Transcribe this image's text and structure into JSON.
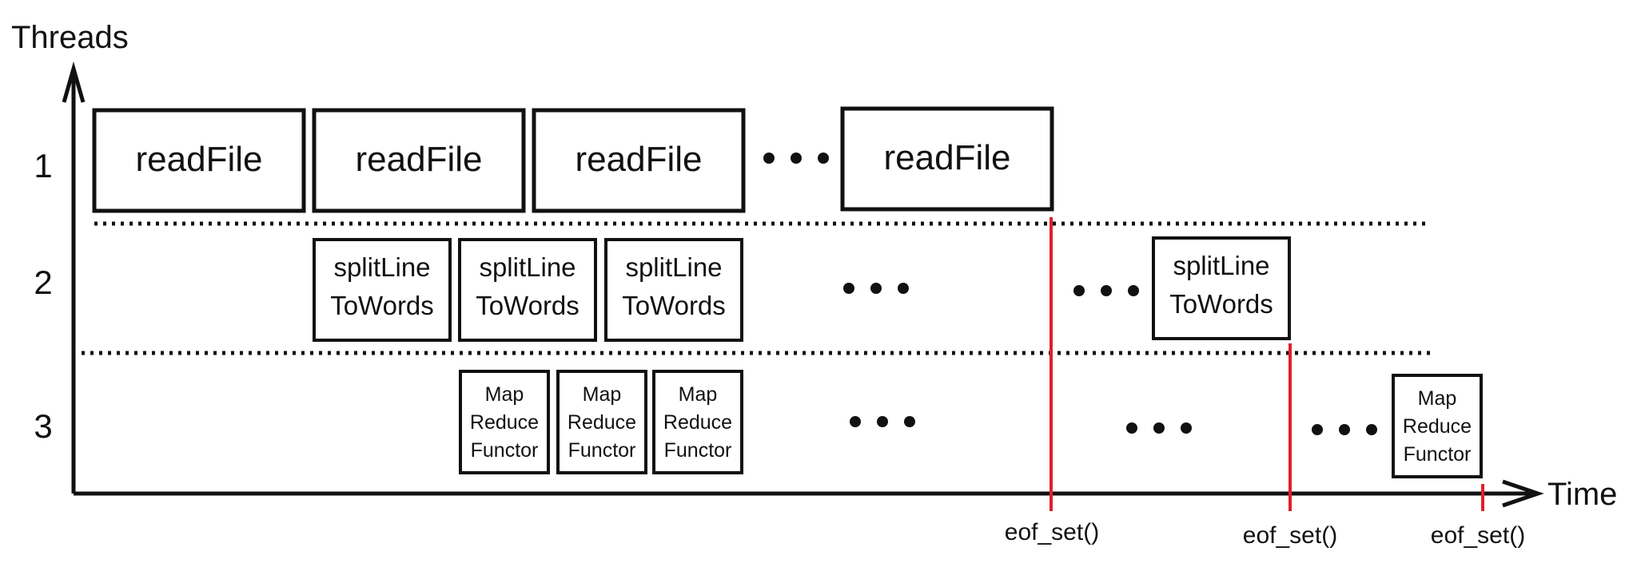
{
  "axes": {
    "y_label": "Threads",
    "x_label": "Time"
  },
  "rows": [
    "1",
    "2",
    "3"
  ],
  "tasks": {
    "read_file": "readFile",
    "split_line": [
      "splitLine",
      "ToWords"
    ],
    "map_reduce": [
      "Map",
      "Reduce",
      "Functor"
    ]
  },
  "ellipsis": "...",
  "eof_label": "eof_set()",
  "colors": {
    "eof_marker": "#e0202a",
    "ink": "#111111"
  }
}
